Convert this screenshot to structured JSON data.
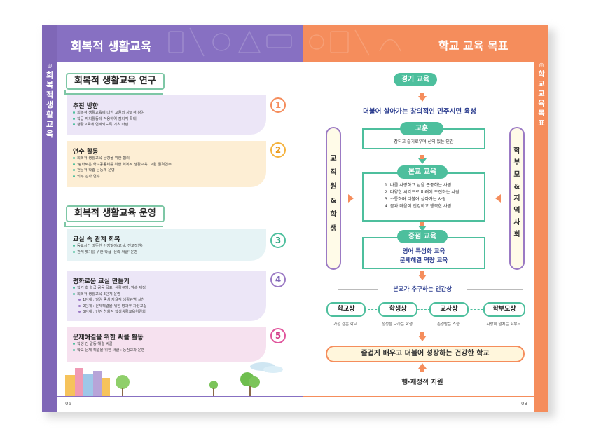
{
  "left_page": {
    "side_title": "회복적 생활교육",
    "header_title": "회복적 생활교육",
    "page_number": "06",
    "section1_title": "회복적 생활교육 연구",
    "section2_title": "회복적 생활교육 운영",
    "cards": [
      {
        "num": "1",
        "title": "추진 방향",
        "items": [
          "회복적 생활교육에 대한 교원의 자발적 참여",
          "학급 자치활동에 적용하여 점차적 확대",
          "생활교육에 연계되도록 기초 마련"
        ]
      },
      {
        "num": "2",
        "title": "연수 활동",
        "items": [
          "회복적 생활교육 운영을 위한 협의",
          "'평화로운 학교공동체를 위한 회복적 생활교육' 교원 원격연수",
          "전문적 학습 공동체 운영",
          "외부 강사 연수"
        ]
      },
      {
        "num": "3",
        "title": "교실 속 관계 회복",
        "items": [
          "등교시간 따뜻한 어정맞이(교실, 전교직원)",
          "관계 맺기를 위한 학급 '신뢰 써클' 운영"
        ]
      },
      {
        "num": "4",
        "title": "평화로운 교실 만들기",
        "items": [
          "학기 초 학급 공동 목표, 생활규범, 약속 제정",
          "회복적 생활교육 3단계 운영"
        ],
        "subitems": [
          "1단계 : 담임 중심 자율적 생활규범 실천",
          "2단계 : 문제해결을 위한 방과후 자성교실",
          "3단계 : 인권 친화적 학생생활교육위원회"
        ]
      },
      {
        "num": "5",
        "title": "문제해결을 위한 써클 활동",
        "items": [
          "학생 간 갈등 해결 써클",
          "학교 문제 해결을 위한 써클 : 동컴교과 운영"
        ]
      }
    ]
  },
  "right_page": {
    "side_title": "학교 교육 목표",
    "header_title": "학교 교육 목표",
    "page_number": "03",
    "gyeonggi_label": "경기 교육",
    "gyeonggi_text": "더불어 살아가는 창의적인 민주시민 육성",
    "motto_label": "교훈",
    "motto_text": "참되고 슬기로우며 신의 있는 인간",
    "school_label": "본교 교육",
    "school_items": [
      "1. 나를 사랑하고 남을 존중하는 사람",
      "2. 다양한 시각으로 미래에 도전하는 사람",
      "3. 소통하며 더불어 살아가는 사람",
      "4. 몸과 마음이 건강하고 행복한 사람"
    ],
    "focus_label": "중점 교육",
    "focus_items": [
      "영어 특성화 교육",
      "문제해결 역량 교육"
    ],
    "left_pillar": [
      "교",
      "직",
      "원",
      "&",
      "학",
      "생"
    ],
    "right_pillar": [
      "학",
      "부",
      "모",
      "&",
      "지",
      "역",
      "사",
      "회"
    ],
    "ideal_title": "본교가 추구하는 인간상",
    "ideals": [
      {
        "label": "학교상",
        "desc": "가정 같은 학교"
      },
      {
        "label": "학생상",
        "desc": "정성을 다하는 학생"
      },
      {
        "label": "교사상",
        "desc": "존경받는 스승"
      },
      {
        "label": "학부모상",
        "desc": "사랑이 넘치는 학부모"
      }
    ],
    "final_text": "즐겁게 배우고 더불어 성장하는 건강한 학교",
    "support_text": "행·재정적 지원"
  },
  "colors": {
    "purple": "#8770c2",
    "orange": "#f58d5c",
    "green": "#4dbf9d",
    "lavender_card": "#ece6f7",
    "peach_card": "#fdeed4",
    "mint_card": "#e6f3f5",
    "pink_card": "#f6e1ef"
  }
}
